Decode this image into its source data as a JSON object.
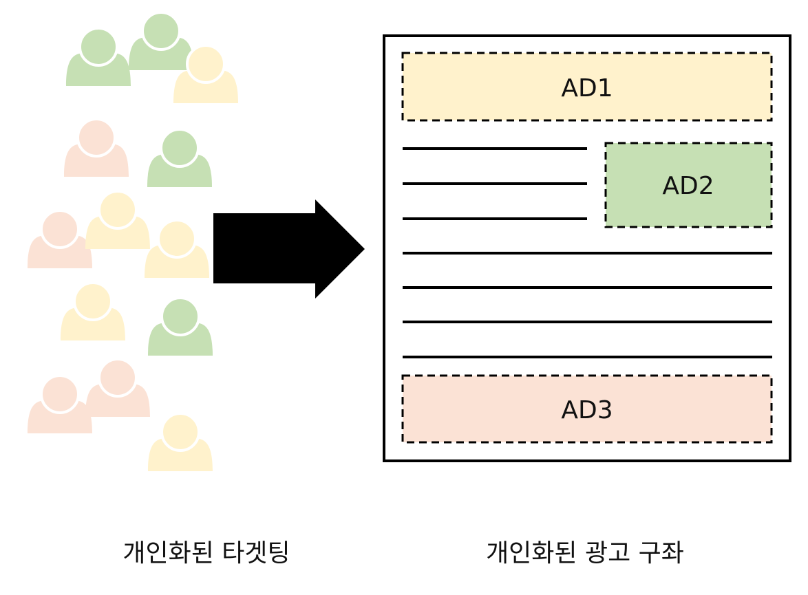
{
  "colors": {
    "green": "#c6e0b4",
    "yellow": "#fff2cc",
    "pink": "#fbe2d5",
    "line": "#000000",
    "arrow": "#000000"
  },
  "people": {
    "icon": "person-icon",
    "colors": [
      "green",
      "green",
      "yellow",
      "pink",
      "green",
      "pink",
      "yellow",
      "yellow",
      "yellow",
      "green",
      "pink",
      "pink",
      "yellow"
    ]
  },
  "arrow": {
    "icon": "right-arrow-icon"
  },
  "ads": [
    {
      "label": "AD1",
      "color": "yellow"
    },
    {
      "label": "AD2",
      "color": "green"
    },
    {
      "label": "AD3",
      "color": "pink"
    }
  ],
  "captions": {
    "left": "개인화된 타겟팅",
    "right": "개인화된 광고 구좌"
  }
}
